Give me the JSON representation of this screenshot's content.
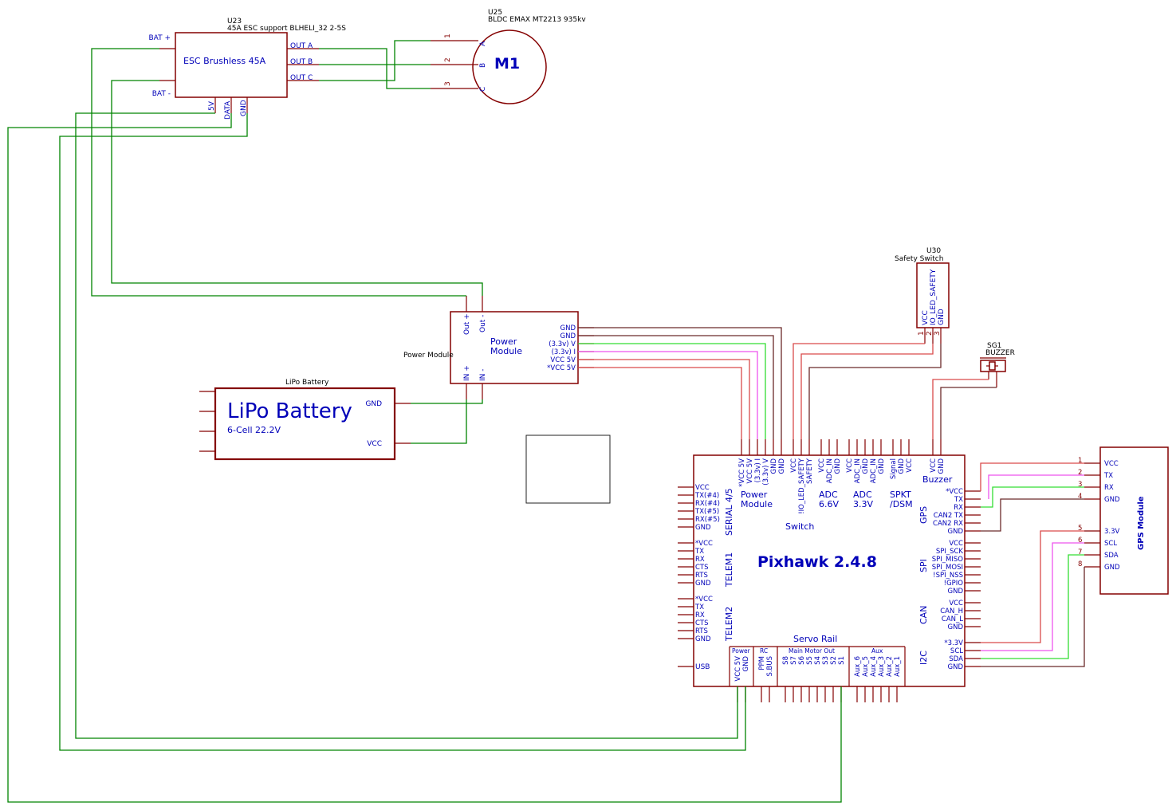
{
  "esc": {
    "ref": "U23",
    "desc": "45A ESC support BLHELI_32 2-5S",
    "name": "ESC Brushless 45A",
    "bat_plus": "BAT +",
    "bat_minus": "BAT -",
    "out_a": "OUT A",
    "out_b": "OUT B",
    "out_c": "OUT C",
    "p5v": "5V",
    "data": "DATA",
    "gnd": "GND"
  },
  "motor": {
    "ref": "U25",
    "desc": "BLDC EMAX MT2213 935kv",
    "name": "M1",
    "a": "A",
    "b": "B",
    "c": "C",
    "n1": "1",
    "n2": "2",
    "n3": "3"
  },
  "power_module": {
    "label": "Power Module",
    "name1": "Power",
    "name2": "Module",
    "out_plus": "Out +",
    "out_minus": "Out -",
    "in_plus": "IN +",
    "in_minus": "IN -",
    "pins": [
      "GND",
      "GND",
      "(3.3v) V",
      "(3.3v) I",
      "VCC 5V",
      "*VCC 5V"
    ]
  },
  "battery": {
    "label": "LiPo Battery",
    "name": "LiPo Battery",
    "sub": "6-Cell 22.2V",
    "gnd": "GND",
    "vcc": "VCC"
  },
  "safety": {
    "ref": "U30",
    "desc": "Safety Switch",
    "pins": [
      "VCC",
      "IO_LED_SAFETY",
      "GND"
    ],
    "nums": [
      "1",
      "2",
      "3"
    ]
  },
  "buzzer": {
    "ref": "SG1",
    "desc": "BUZZER"
  },
  "pixhawk": {
    "title": "Pixhawk 2.4.8",
    "top_pins": [
      "*VCC 5V",
      "VCC 5V",
      "(3.3v) I",
      "(3.3v) V",
      "GND",
      "GND",
      "VCC",
      "!IO_LED_SAFETY",
      "SAFETY",
      "VCC",
      "ADC_IN",
      "GND",
      "VCC",
      "ADC_IN",
      "GND",
      "ADC_IN",
      "GND",
      "Signal",
      "GND",
      "VCC",
      "VCC",
      "GND"
    ],
    "pm1": "Power",
    "pm2": "Module",
    "switch": "Switch",
    "adc66a": "ADC",
    "adc66b": "6.6V",
    "adc33a": "ADC",
    "adc33b": "3.3V",
    "spkt1": "SPKT",
    "spkt2": "/DSM",
    "buzzer": "Buzzer",
    "serial45": "SERIAL 4/5",
    "serial_pins": [
      "VCC",
      "TX(#4)",
      "RX(#4)",
      "TX(#5)",
      "RX(#5)",
      "GND"
    ],
    "telem1": "TELEM1",
    "telem1_pins": [
      "*VCC",
      "TX",
      "RX",
      "CTS",
      "RTS",
      "GND"
    ],
    "telem2": "TELEM2",
    "telem2_pins": [
      "*VCC",
      "TX",
      "RX",
      "CTS",
      "RTS",
      "GND"
    ],
    "usb": "USB",
    "gps": "GPS",
    "gps_pins": [
      "*VCC",
      "TX",
      "RX",
      "CAN2 TX",
      "CAN2 RX",
      "GND"
    ],
    "spi": "SPI",
    "spi_pins": [
      "VCC",
      "SPI_SCK",
      "SPI_MISO",
      "SPI_MOSI",
      "!SPI_NSS",
      "!GPIO",
      "GND"
    ],
    "can": "CAN",
    "can_pins": [
      "VCC",
      "CAN_H",
      "CAN_L",
      "GND"
    ],
    "i2c": "I2C",
    "i2c_pins": [
      "*3.3V",
      "SCL",
      "SDA",
      "GND"
    ],
    "servo_rail": "Servo Rail",
    "power": "Power",
    "rc": "RC",
    "main": "Main Motor Out",
    "aux": "Aux",
    "servo_pins": [
      "VCC 5V",
      "GND",
      "PPM",
      "S.BUS",
      "S8",
      "S7",
      "S6",
      "S5",
      "S4",
      "S3",
      "S2",
      "S1",
      "Aux_6",
      "Aux_5",
      "Aux_4",
      "Aux_3",
      "Aux_2",
      "Aux_1"
    ]
  },
  "gps_module": {
    "name": "GPS Module",
    "pins": [
      "VCC",
      "TX",
      "RX",
      "GND",
      "3.3V",
      "SCL",
      "SDA",
      "GND"
    ],
    "nums": [
      "1",
      "2",
      "3",
      "4",
      "5",
      "6",
      "7",
      "8"
    ]
  }
}
